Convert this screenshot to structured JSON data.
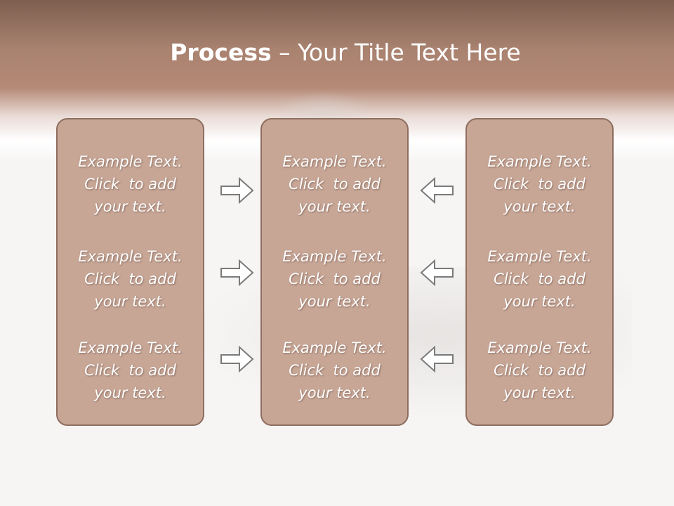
{
  "title": {
    "bold": "Process",
    "dash": " – ",
    "rest": "Your Title Text Here"
  },
  "panels": [
    {
      "blocks": [
        [
          "Example Text.",
          "Click  to add",
          "your text."
        ],
        [
          "Example Text.",
          "Click  to add",
          "your text."
        ],
        [
          "Example Text.",
          "Click  to add",
          "your text."
        ]
      ]
    },
    {
      "blocks": [
        [
          "Example Text.",
          "Click  to add",
          "your text."
        ],
        [
          "Example Text.",
          "Click  to add",
          "your text."
        ],
        [
          "Example Text.",
          "Click  to add",
          "your text."
        ]
      ]
    },
    {
      "blocks": [
        [
          "Example Text.",
          "Click  to add",
          "your text."
        ],
        [
          "Example Text.",
          "Click  to add",
          "your text."
        ],
        [
          "Example Text.",
          "Click  to add",
          "your text."
        ]
      ]
    }
  ],
  "arrows": {
    "left_column": [
      "arrow-right-icon",
      "arrow-right-icon",
      "arrow-right-icon"
    ],
    "right_column": [
      "arrow-left-icon",
      "arrow-left-icon",
      "arrow-left-icon"
    ]
  },
  "colors": {
    "panel_fill": "#c7a696",
    "panel_border": "#8e6e60",
    "header_gradient_top": "#7d5f4f",
    "arrow_stroke": "#7a7a7a"
  }
}
